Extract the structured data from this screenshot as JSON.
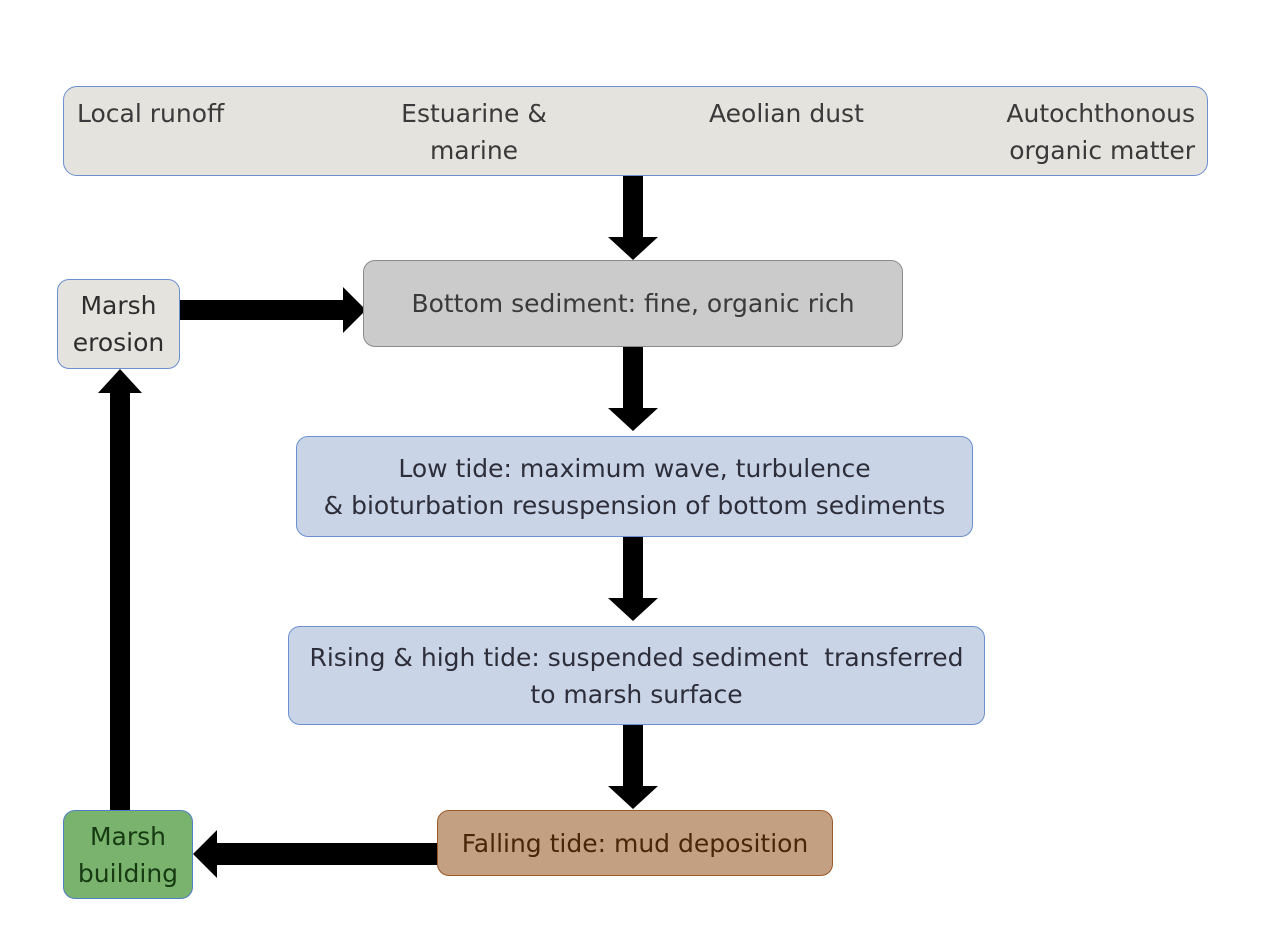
{
  "sources": [
    "Local runoff",
    "Estuarine &\nmarine",
    "Aeolian dust",
    "Autochthonous\norganic matter"
  ],
  "nodes": {
    "bottom_sediment": "Bottom sediment: fine, organic rich",
    "low_tide": "Low tide: maximum wave, turbulence\n& bioturbation resuspension of bottom sediments",
    "rising_tide": "Rising & high tide: suspended sediment  transferred\nto marsh surface",
    "falling_tide": "Falling tide: mud deposition",
    "marsh_erosion": "Marsh\nerosion",
    "marsh_building": "Marsh\nbuilding"
  },
  "colors": {
    "sources_fill": "#e4e3de",
    "bottom_fill": "#cbcbcb",
    "tide_fill": "#c9d5e6",
    "falling_fill": "#c4a082",
    "building_fill": "#79b36d",
    "arrow": "#000000"
  }
}
